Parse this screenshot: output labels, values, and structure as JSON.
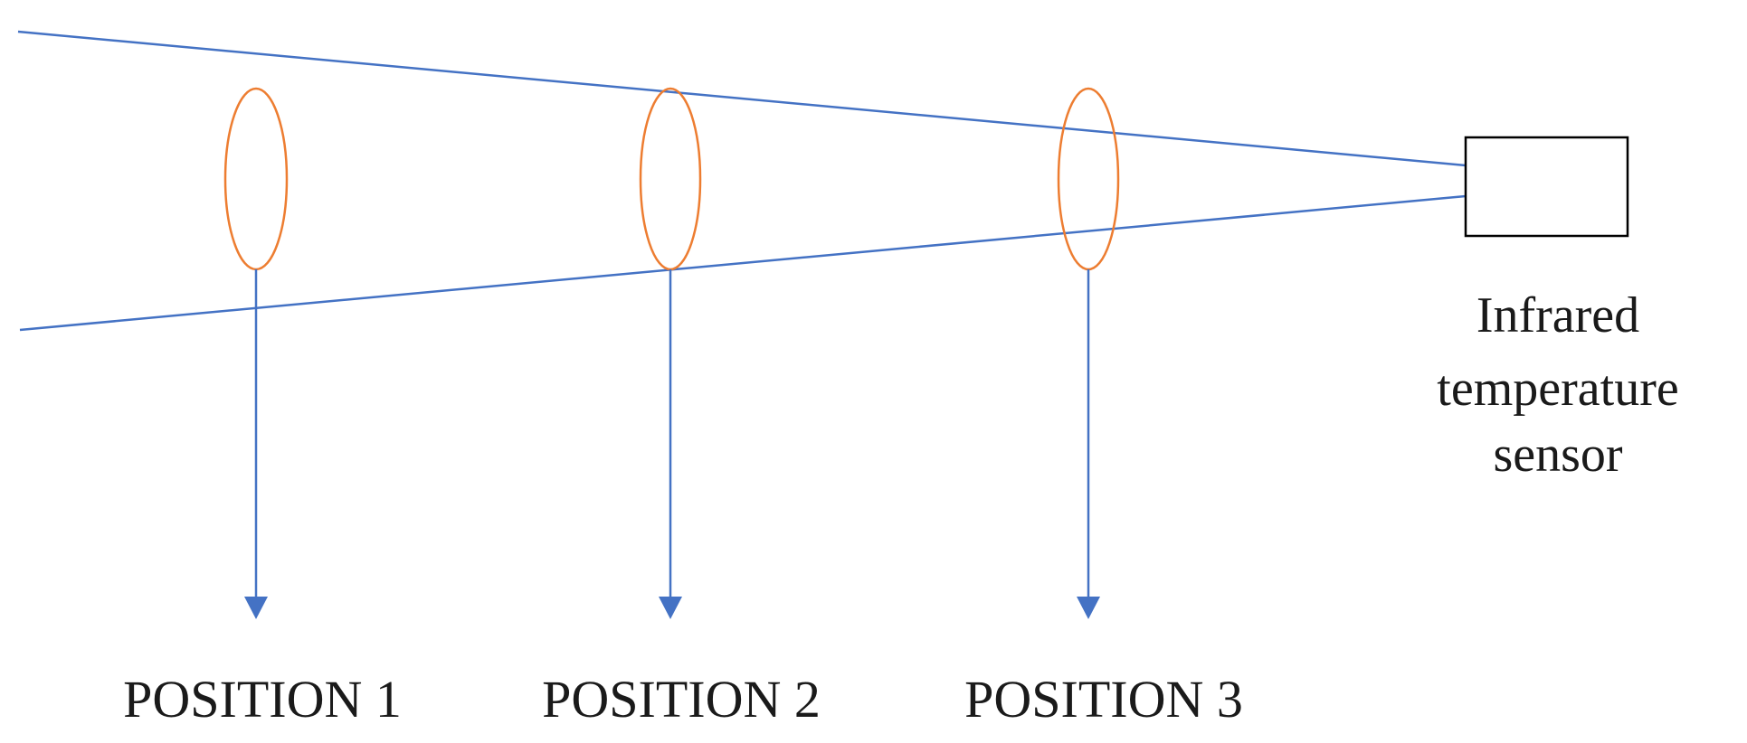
{
  "diagram": {
    "sensor": {
      "label_lines": [
        "Infrared",
        "temperature",
        "sensor"
      ]
    },
    "positions": [
      {
        "label": "POSITION 1"
      },
      {
        "label": "POSITION 2"
      },
      {
        "label": "POSITION 3"
      }
    ],
    "colors": {
      "beam_lines": "#4472c4",
      "arrows": "#4472c4",
      "lens_ellipses": "#ed7d31",
      "sensor_box": "#000000",
      "text": "#1a1a1a"
    }
  }
}
